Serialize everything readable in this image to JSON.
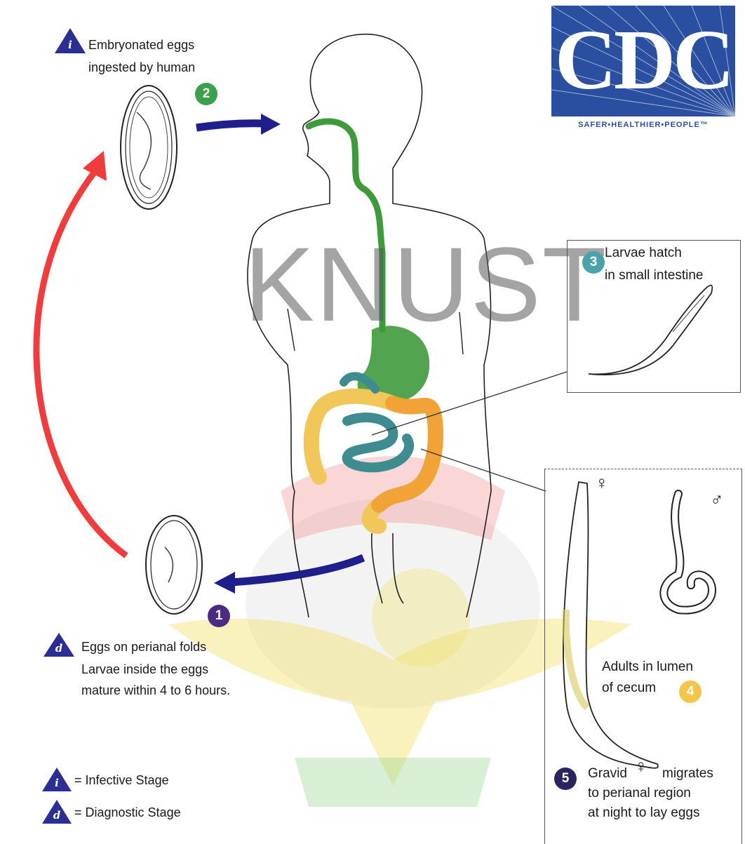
{
  "logo": {
    "letters": "CDC",
    "tagline": "SAFER•HEALTHIER•PEOPLE™"
  },
  "watermark": "KNUST",
  "stages": {
    "s1": {
      "num": "1",
      "color": "#4b2c82"
    },
    "s2": {
      "num": "2",
      "color": "#3aa04a"
    },
    "s3": {
      "num": "3",
      "color": "#4aa3a8"
    },
    "s4": {
      "num": "4",
      "color": "#f3c64a"
    },
    "s5": {
      "num": "5",
      "color": "#2a2460"
    }
  },
  "labels": {
    "infective_title_1": "Embryonated eggs",
    "infective_title_2": "ingested by human",
    "diag_1": "Eggs on perianal folds",
    "diag_2": "Larvae inside the eggs",
    "diag_3": "mature within 4 to 6 hours.",
    "larvae_1": "Larvae hatch",
    "larvae_2": "in small intestine",
    "adults_1": "Adults in lumen",
    "adults_2": "of cecum",
    "gravid_1a": "Gravid",
    "gravid_1b": "migrates",
    "gravid_2": "to perianal region",
    "gravid_3": "at night to lay eggs",
    "female_symbol": "♀",
    "male_symbol": "♂"
  },
  "legend": {
    "i_letter": "i",
    "d_letter": "d",
    "infective": "= Infective Stage",
    "diagnostic": "= Diagnostic Stage"
  },
  "colors": {
    "triangle": "#2b2f95",
    "arrow_blue": "#1e1e8c",
    "arrow_red": "#f03c3c",
    "gut_green": "#3f9a3c",
    "colon_yellow": "#f1c75a",
    "colon_orange": "#f29a2e",
    "intestine_teal": "#3f8c90"
  }
}
